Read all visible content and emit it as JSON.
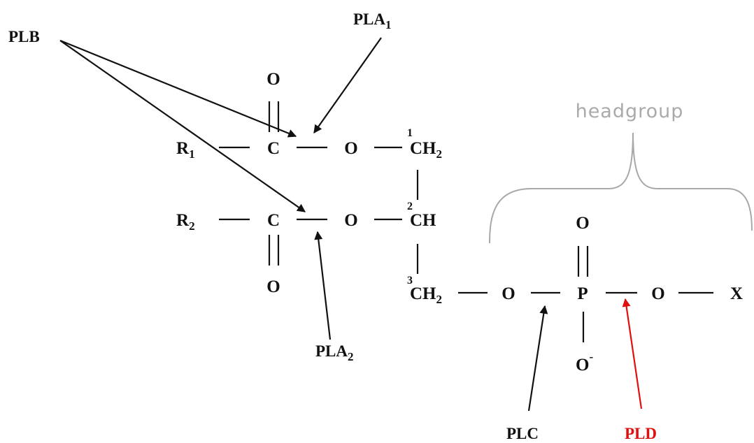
{
  "labels": {
    "headgroup": "headgroup",
    "plb": "PLB",
    "pla1": "PLA",
    "pla1_sub": "1",
    "pla2": "PLA",
    "pla2_sub": "2",
    "plc": "PLC",
    "pld": "PLD"
  },
  "atoms": {
    "r1": "R",
    "r1_sub": "1",
    "r2": "R",
    "r2_sub": "2",
    "c1": "C",
    "c2": "C",
    "o_c1_carbonyl": "O",
    "o_c2_carbonyl": "O",
    "o_ester1": "O",
    "o_ester2": "O",
    "ch2_top": "CH",
    "ch2_top_sub": "2",
    "ch_mid": "CH",
    "ch2_bottom": "CH",
    "ch2_bottom_sub": "2",
    "o_phos_link": "O",
    "p": "P",
    "o_p_double": "O",
    "o_p_minus": "O",
    "o_p_minus_charge": "-",
    "o_head": "O",
    "x": "X"
  },
  "carbon_numbers": {
    "n1": "1",
    "n2": "2",
    "n3": "3"
  },
  "colors": {
    "ink": "#111111",
    "pld": "#e01010",
    "headgroup": "#aaaaaa"
  }
}
